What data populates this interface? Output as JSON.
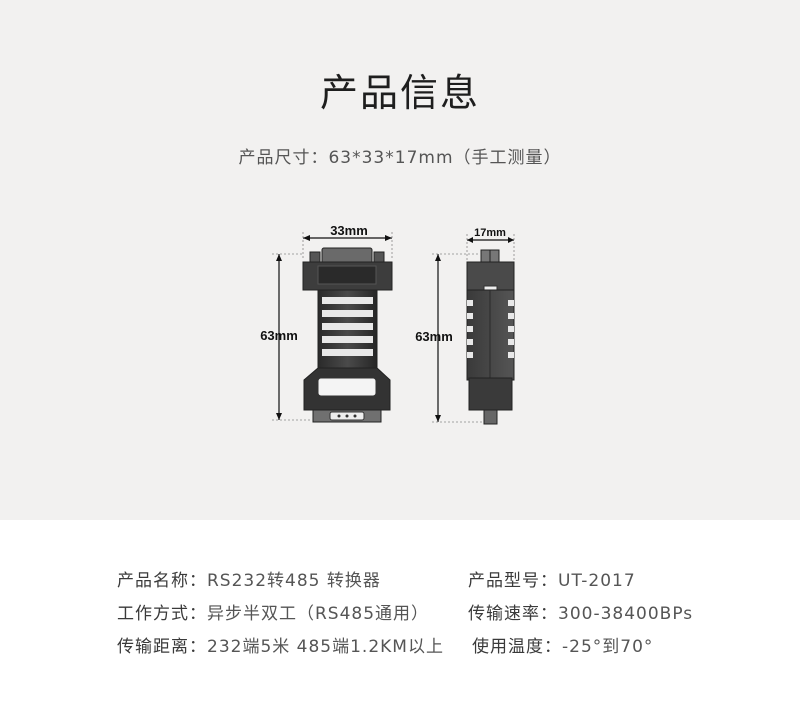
{
  "header": {
    "title": "产品信息",
    "size_line": "产品尺寸：63*33*17mm（手工测量）"
  },
  "diagram": {
    "front_width_label": "33mm",
    "front_height_label": "63mm",
    "side_width_label": "17mm",
    "side_height_label": "63mm"
  },
  "specs": {
    "name_label": "产品名称：",
    "name_value": "RS232转485 转换器",
    "model_label": "产品型号：",
    "model_value": "UT-2017",
    "mode_label": "工作方式：",
    "mode_value": "异步半双工（RS485通用）",
    "rate_label": "传输速率：",
    "rate_value": "300-38400BPs",
    "distance_label": "传输距离：",
    "distance_value": "232端5米 485端1.2KM以上",
    "temp_label": "使用温度：",
    "temp_value": "-25°到70°"
  }
}
